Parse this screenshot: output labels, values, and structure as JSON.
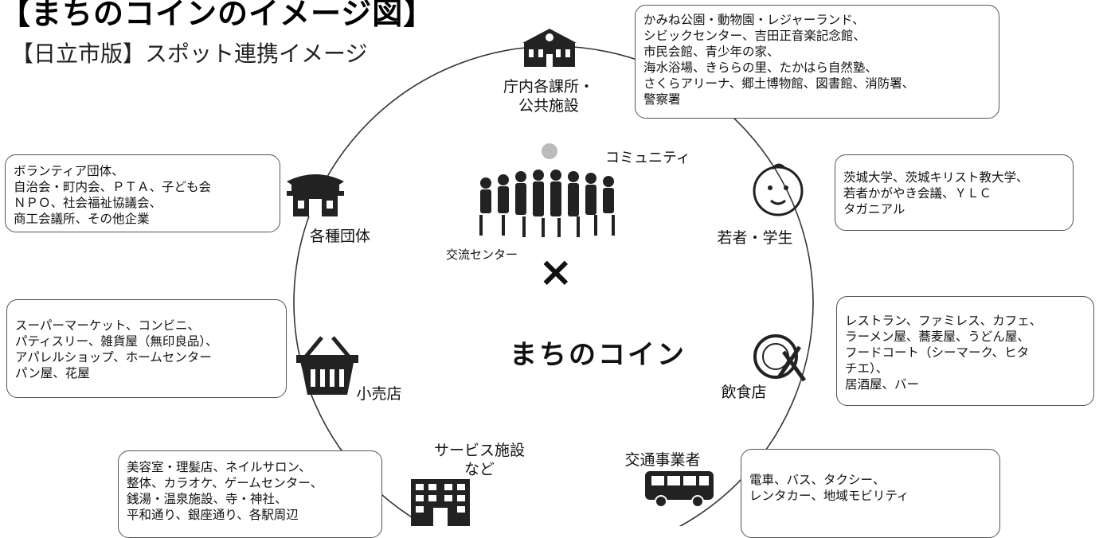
{
  "title": "【まちのコインのイメージ図】",
  "subtitle": "【日立市版】スポット連携イメージ",
  "center": {
    "title": "まちのコイン",
    "cross": "×",
    "community_label": "コミュニティ",
    "exchange_label": "交流センター"
  },
  "nodes": [
    {
      "id": "public",
      "label_lines": [
        "庁内各課所・",
        "公共施設"
      ],
      "icon": "public-building-icon",
      "box_lines": [
        "かみね公園・動物園・レジャーランド、",
        "シビックセンター、吉田正音楽記念館、",
        "市民会館、青少年の家、",
        "海水浴場、きららの里、たかはら自然塾、",
        "さくらアリーナ、郷土博物館、図書館、消防署、",
        "警察署"
      ]
    },
    {
      "id": "youth",
      "label_lines": [
        "若者・学生"
      ],
      "icon": "baby-face-icon",
      "box_lines": [
        "茨城大学、茨城キリスト教大学、",
        "若者かがやき会議、ＹＬＣ",
        "タガニアル"
      ]
    },
    {
      "id": "food",
      "label_lines": [
        "飲食店"
      ],
      "icon": "plate-cutlery-icon",
      "box_lines": [
        "レストラン、ファミレス、カフェ、",
        "ラーメン屋、蕎麦屋、うどん屋、",
        "フードコート（シーマーク、ヒタ",
        "チエ）、",
        "居酒屋、バー"
      ]
    },
    {
      "id": "transport",
      "label_lines": [
        "交通事業者"
      ],
      "icon": "bus-icon",
      "box_lines": [
        "電車、バス、タクシー、",
        "レンタカー、地域モビリティ"
      ]
    },
    {
      "id": "service",
      "label_lines": [
        "サービス施設",
        "など"
      ],
      "icon": "office-building-icon",
      "box_lines": [
        "美容室・理髪店、ネイルサロン、",
        "整体、カラオケ、ゲームセンター、",
        "銭湯・温泉施設、寺・神社、",
        "平和通り、銀座通り、各駅周辺"
      ]
    },
    {
      "id": "retail",
      "label_lines": [
        "小売店"
      ],
      "icon": "shopping-basket-icon",
      "box_lines": [
        "スーパーマーケット、コンビニ、",
        "パティスリー、雑貨屋（無印良品）、",
        "アパレルショップ、ホームセンター",
        "パン屋、花屋"
      ]
    },
    {
      "id": "groups",
      "label_lines": [
        "各種団体"
      ],
      "icon": "temple-icon",
      "box_lines": [
        "ボランティア団体、",
        "自治会・町内会、ＰＴＡ、子ども会",
        "ＮＰＯ、社会福祉協議会、",
        "商工会議所、その他企業"
      ]
    }
  ],
  "colors": {
    "ink": "#111111",
    "border": "#555555",
    "background": "#ffffff"
  }
}
